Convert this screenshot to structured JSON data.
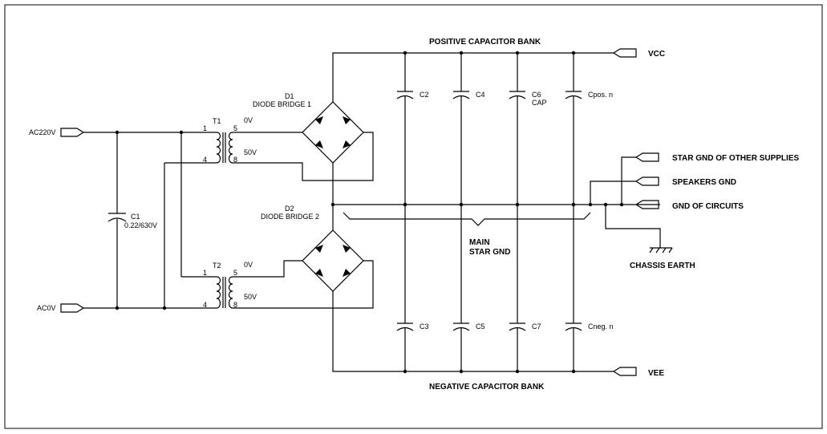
{
  "titles": {
    "positive_bank": "POSITIVE CAPACITOR BANK",
    "negative_bank": "NEGATIVE CAPACITOR BANK"
  },
  "ports": {
    "ac220": "AC220V",
    "ac0": "AC0V",
    "vcc": "VCC",
    "vee": "VEE",
    "star_other": "STAR GND OF OTHER SUPPLIES",
    "speakers": "SPEAKERS GND",
    "gnd_circuits": "GND OF CIRCUITS"
  },
  "transformers": {
    "t1": {
      "ref": "T1",
      "pin1": "1",
      "pin4": "4",
      "pin5": "5",
      "pin8": "8",
      "tap0": "0V",
      "tap50": "50V"
    },
    "t2": {
      "ref": "T2",
      "pin1": "1",
      "pin4": "4",
      "pin5": "5",
      "pin8": "8",
      "tap0": "0V",
      "tap50": "50V"
    }
  },
  "bridges": {
    "d1": {
      "ref": "D1",
      "name": "DIODE BRIDGE 1"
    },
    "d2": {
      "ref": "D2",
      "name": "DIODE BRIDGE 2"
    }
  },
  "c1": {
    "ref": "C1",
    "value": "0.22/630V"
  },
  "positive_caps": [
    {
      "ref": "C2",
      "value": ""
    },
    {
      "ref": "C4",
      "value": ""
    },
    {
      "ref": "C6",
      "value": "CAP"
    },
    {
      "ref": "Cpos. n",
      "value": ""
    }
  ],
  "negative_caps": [
    {
      "ref": "C3"
    },
    {
      "ref": "C5"
    },
    {
      "ref": "C7"
    },
    {
      "ref": "Cneg. n"
    }
  ],
  "star_gnd": {
    "line1": "MAIN",
    "line2": "STAR GND"
  },
  "chassis": "CHASSIS EARTH"
}
